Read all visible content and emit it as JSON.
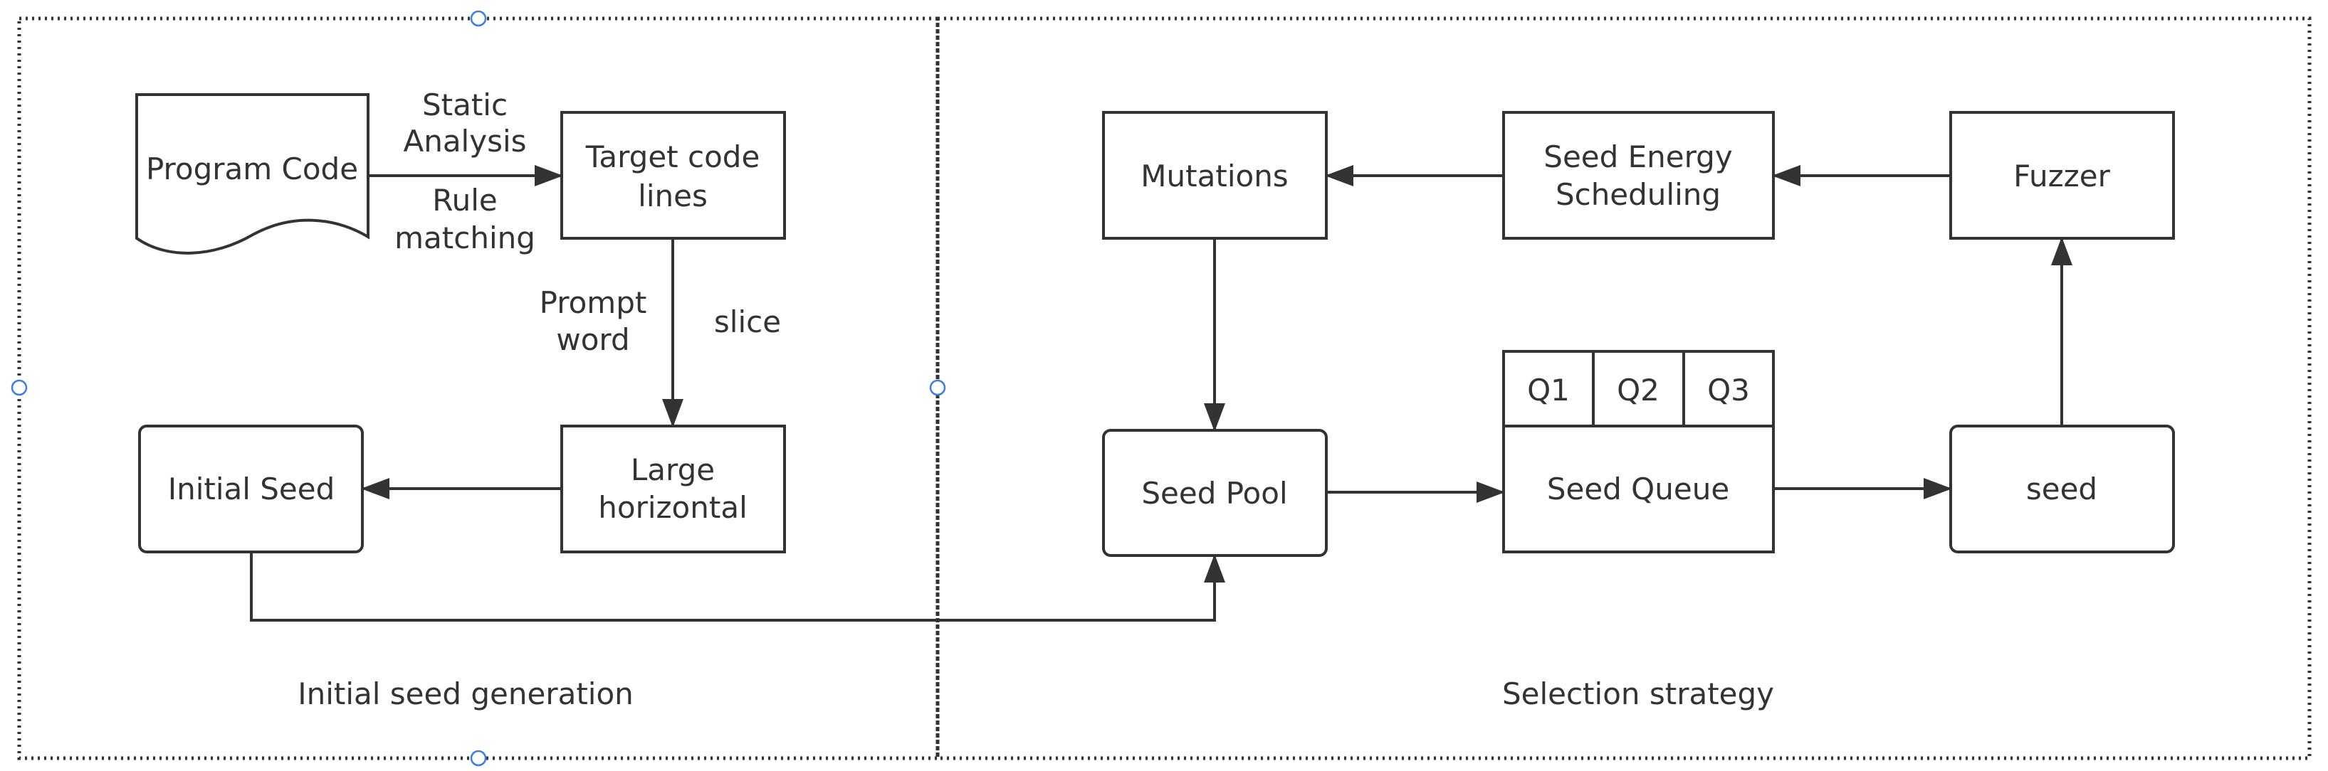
{
  "left_panel": {
    "caption": "Initial seed generation",
    "nodes": {
      "program_code": "Program Code",
      "target_code_lines": [
        "Target code",
        "lines"
      ],
      "large_horizontal": [
        "Large",
        "horizontal"
      ],
      "initial_seed": "Initial Seed"
    },
    "edge_labels": {
      "static_analysis": [
        "Static",
        "Analysis"
      ],
      "rule_matching": [
        "Rule",
        "matching"
      ],
      "prompt_word": [
        "Prompt",
        "word"
      ],
      "slice": "slice"
    }
  },
  "right_panel": {
    "caption": "Selection strategy",
    "nodes": {
      "mutations": "Mutations",
      "seed_energy_scheduling": [
        "Seed Energy",
        "Scheduling"
      ],
      "fuzzer": "Fuzzer",
      "seed_pool": "Seed Pool",
      "seed_queue": "Seed Queue",
      "seed": "seed",
      "queue_slots": [
        "Q1",
        "Q2",
        "Q3"
      ]
    }
  },
  "colors": {
    "stroke": "#333333",
    "text": "#333333",
    "selection_handle": "#3b7de3",
    "background": "#ffffff"
  }
}
